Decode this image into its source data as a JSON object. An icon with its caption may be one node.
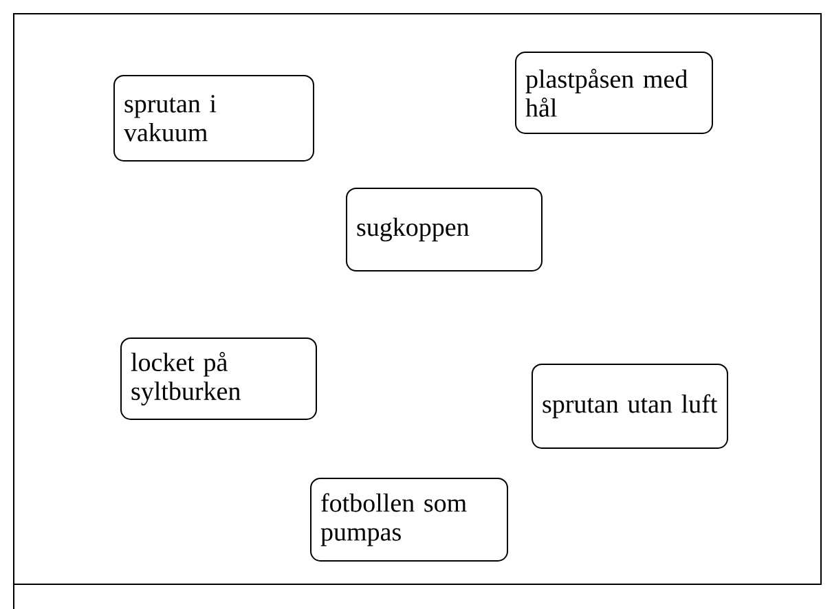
{
  "diagram": {
    "nodes": [
      {
        "text": [
          "sprutan i vakuum"
        ]
      },
      {
        "text": [
          "plastpåsen med hål"
        ]
      },
      {
        "text": [
          "sugkoppen"
        ]
      },
      {
        "text": [
          "locket på syltburken"
        ]
      },
      {
        "text": [
          "sprutan utan luft"
        ]
      },
      {
        "text": [
          "fotbollen som pumpas"
        ]
      }
    ]
  }
}
